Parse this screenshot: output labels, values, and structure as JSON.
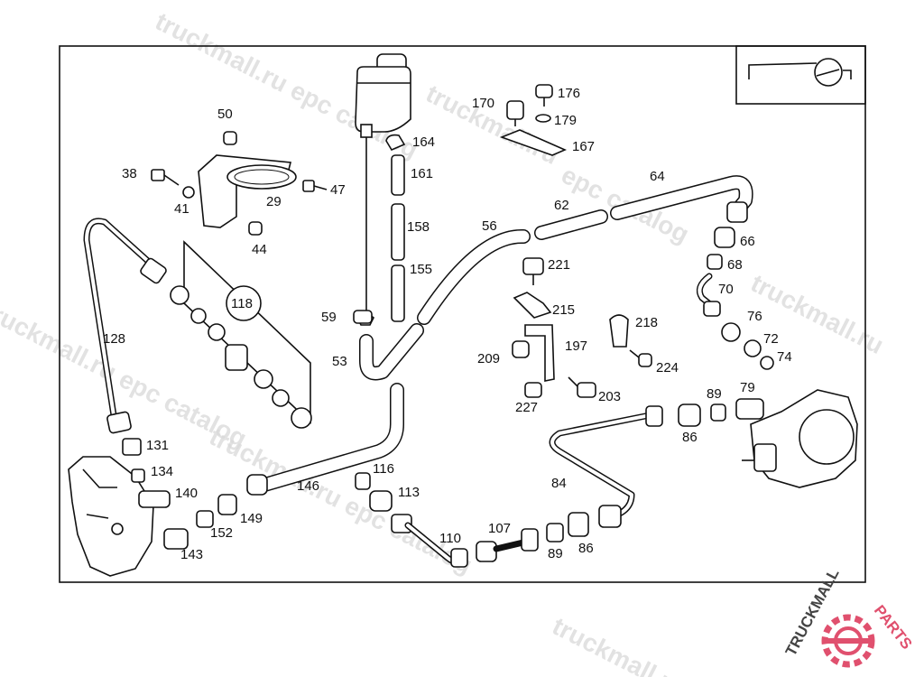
{
  "watermark": {
    "text_epc": "truckmall.ru epc catalog",
    "text_short": "truckmall.ru",
    "text_cat": "epc catalog"
  },
  "brand": {
    "word1": "TRUCKMALL",
    "word2": "PARTS",
    "accent_color": "#e0506e"
  },
  "callouts": [
    "50",
    "38",
    "41",
    "29",
    "47",
    "44",
    "118",
    "128",
    "131",
    "134",
    "140",
    "143",
    "152",
    "149",
    "146",
    "170",
    "176",
    "179",
    "167",
    "164",
    "161",
    "158",
    "155",
    "59",
    "53",
    "56",
    "62",
    "64",
    "66",
    "68",
    "70",
    "76",
    "72",
    "74",
    "221",
    "215",
    "218",
    "224",
    "209",
    "197",
    "227",
    "203",
    "116",
    "113",
    "110",
    "107",
    "89",
    "86",
    "84",
    "79",
    "89",
    "86"
  ]
}
